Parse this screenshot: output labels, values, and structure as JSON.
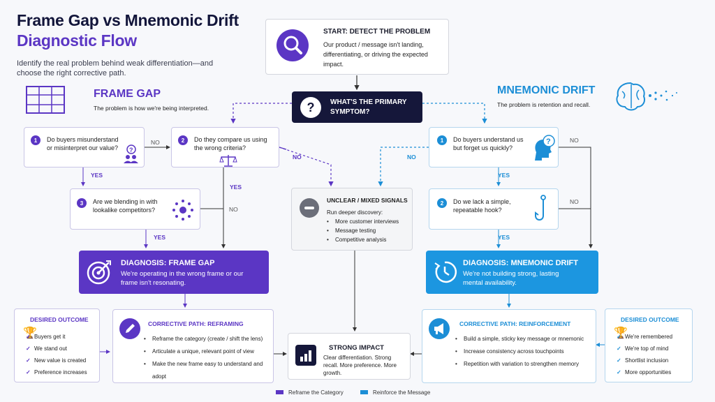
{
  "header": {
    "title_line1": "Frame Gap vs Mnemonic Drift",
    "title_line2": "Diagnostic Flow",
    "subtitle": "Identify the real problem behind weak differentiation—and choose the right corrective path."
  },
  "start": {
    "title": "START: DETECT THE PROBLEM",
    "text": "Our product / message isn't landing, differentiating, or driving the expected impact."
  },
  "primary": {
    "text": "WHAT'S THE PRIMARY SYMPTOM?"
  },
  "frame_gap": {
    "title": "FRAME GAP",
    "subtitle": "The problem is how we're being interpreted.",
    "q1": {
      "num": "1",
      "text": "Do buyers misunderstand or misinterpret our value?"
    },
    "q2": {
      "num": "2",
      "text": "Do they compare us using the wrong criteria?"
    },
    "q3": {
      "num": "3",
      "text": "Are we blending in with lookalike competitors?"
    },
    "diagnosis": {
      "title": "DIAGNOSIS: FRAME GAP",
      "text": "We're operating in the wrong frame or our frame isn't resonating."
    },
    "corrective": {
      "title": "CORRECTIVE PATH: REFRAMING",
      "items": [
        "Reframe the category (create / shift the lens)",
        "Articulate a unique, relevant point of view",
        "Make the new frame easy to understand and adopt"
      ]
    },
    "outcome": {
      "title": "DESIRED OUTCOME",
      "items": [
        "Buyers get it",
        "We stand out",
        "New value is created",
        "Preference increases"
      ]
    }
  },
  "mnemonic": {
    "title": "MNEMONIC DRIFT",
    "subtitle": "The problem is retention and recall.",
    "q1": {
      "num": "1",
      "text": "Do buyers understand us but forget us quickly?"
    },
    "q2": {
      "num": "2",
      "text": "Do we lack a simple, repeatable hook?"
    },
    "diagnosis": {
      "title": "DIAGNOSIS: MNEMONIC DRIFT",
      "text": "We're not building strong, lasting mental availability."
    },
    "corrective": {
      "title": "CORRECTIVE PATH: REINFORCEMENT",
      "items": [
        "Build a simple, sticky key message or mnemonic",
        "Increase consistency across touchpoints",
        "Repetition with variation to strengthen memory"
      ]
    },
    "outcome": {
      "title": "DESIRED OUTCOME",
      "items": [
        "We're remembered",
        "We're top of mind",
        "Shortlist inclusion",
        "More opportunities"
      ]
    }
  },
  "unclear": {
    "title": "UNCLEAR / MIXED SIGNALS",
    "lead": "Run deeper discovery:",
    "items": [
      "More customer interviews",
      "Message testing",
      "Competitive analysis"
    ]
  },
  "impact": {
    "title": "STRONG IMPACT",
    "text": "Clear differentiation. Strong recall. More preference. More growth."
  },
  "labels": {
    "yes": "YES",
    "no": "NO"
  },
  "legend": {
    "reframe": "Reframe the Category",
    "reinforce": "Reinforce the Message"
  },
  "colors": {
    "purple": "#5b36c4",
    "blue": "#1c8ed6",
    "navy": "#15173a"
  },
  "icons": [
    "search-icon",
    "question-icon",
    "frame-grid-icon",
    "brain-icon",
    "people-question-icon",
    "scales-icon",
    "cluster-icon",
    "head-question-icon",
    "hook-icon",
    "target-icon",
    "clock-icon",
    "minus-icon",
    "pencil-icon",
    "megaphone-icon",
    "bar-chart-icon",
    "trophy-icon",
    "check-icon"
  ]
}
